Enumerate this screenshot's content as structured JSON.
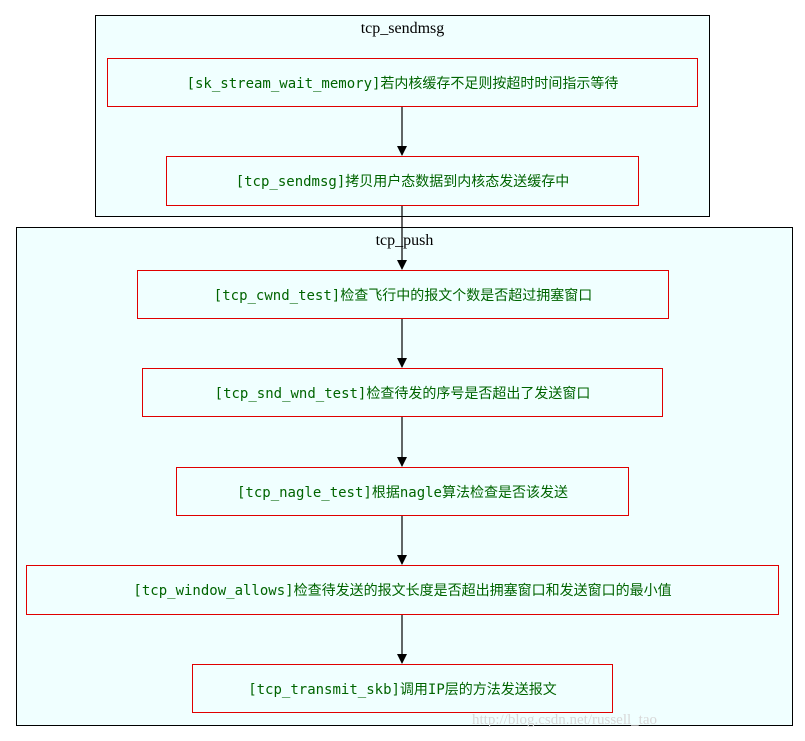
{
  "clusters": {
    "sendmsg": {
      "title": "tcp_sendmsg"
    },
    "push": {
      "title": "tcp_push"
    }
  },
  "nodes": {
    "wait_memory": "[sk_stream_wait_memory]若内核缓存不足则按超时时间指示等待",
    "sendmsg": "[tcp_sendmsg]拷贝用户态数据到内核态发送缓存中",
    "cwnd_test": "[tcp_cwnd_test]检查飞行中的报文个数是否超过拥塞窗口",
    "snd_wnd_test": "[tcp_snd_wnd_test]检查待发的序号是否超出了发送窗口",
    "nagle_test": "[tcp_nagle_test]根据nagle算法检查是否该发送",
    "window_allows": "[tcp_window_allows]检查待发送的报文长度是否超出拥塞窗口和发送窗口的最小值",
    "transmit_skb": "[tcp_transmit_skb]调用IP层的方法发送报文"
  },
  "watermark": "http://blog.csdn.net/russell_tao",
  "colors": {
    "node_border": "#e00000",
    "node_text": "#006400",
    "cluster_fill": "#f0ffff",
    "edge": "#000000"
  }
}
